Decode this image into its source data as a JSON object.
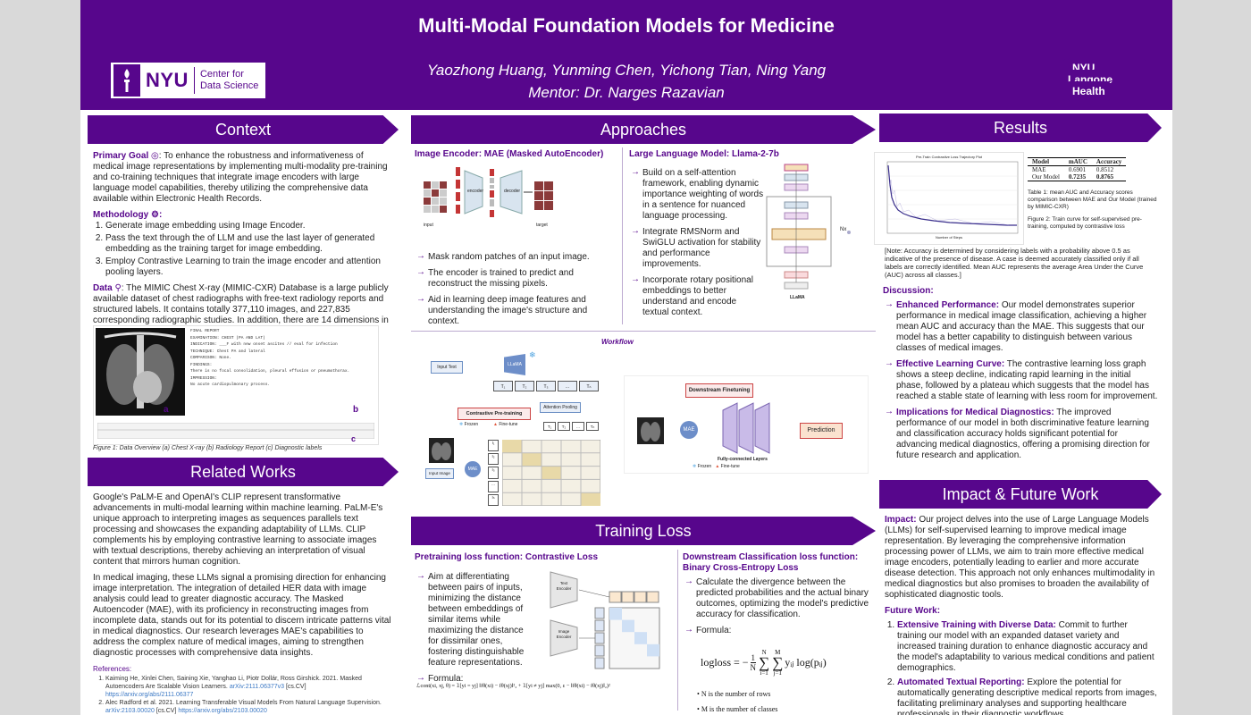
{
  "banner": {
    "title": "Multi-Modal Foundation Models for Medicine",
    "authors": "Yaozhong Huang, Yunming Chen, Yichong Tian, Ning Yang",
    "mentor": "Mentor: Dr. Narges Razavian",
    "nyu_logo": {
      "word": "NYU",
      "line1": "Center for",
      "line2": "Data Science"
    },
    "langone_logo": {
      "line1": "NYU Langone",
      "line2": "Health"
    }
  },
  "context": {
    "header": "Context",
    "goal_label": "Primary Goal",
    "goal_text": ": To enhance the robustness and informativeness of medical image representations by implementing multi-modality pre-training and co-training techniques that integrate image encoders with large language model capabilities, thereby utilizing the comprehensive data available within Electronic Health Records.",
    "methodology_label": "Methodology",
    "methodology_steps": [
      "Generate image embedding using Image Encoder.",
      "Pass the text through the of LLM and use the last layer of generated embedding as the training target for image embedding.",
      "Employ Contrastive Learning to train the image encoder and attention pooling layers."
    ],
    "data_label": "Data",
    "data_text": ": The MIMIC Chest X-ray (MIMIC-CXR) Database is a large publicly available dataset of chest radiographs with free-text radiology reports and structured labels. It contains totally 377,110 images, and 227,835 corresponding radiographic studies. In addition, there are 14 dimensions in radiographs with labels.",
    "report_lines": [
      "FINAL REPORT",
      "EXAMINATION: CHEST (PA AND LAT)",
      "INDICATION: ___F with new onset ascites // eval for infection",
      "TECHNIQUE: Chest PA and lateral",
      "COMPARISON: None.",
      "FINDINGS:",
      "There is no focal consolidation, pleural effusion or pneumothorax.",
      "IMPRESSION:",
      "No acute cardiopulmonary process."
    ],
    "fig_letters": [
      "a",
      "b",
      "c"
    ],
    "figure_caption": "Figure 1: Data Overview (a) Chest X-ray (b) Radiology Report (c) Diagnostic labels"
  },
  "related": {
    "header": "Related Works",
    "para1": "Google's PaLM-E and OpenAI's CLIP represent transformative advancements in multi-modal learning within machine learning. PaLM-E's unique approach to interpreting images as sequences parallels text processing and showcases the expanding adaptability of LLMs. CLIP complements his by employing contrastive learning to associate images with textual descriptions, thereby achieving an interpretation of visual content that mirrors human cognition.",
    "para2": "In medical imaging, these LLMs signal a promising direction for enhancing image interpretation. The integration of detailed HER data with image analysis could lead to greater diagnostic accuracy. The Masked Autoencoder (MAE), with its proficiency in reconstructing images from incomplete data, stands out for its potential to discern intricate patterns vital in medical diagnostics. Our research leverages MAE's capabilities to address the complex nature of medical images, aiming to strengthen diagnostic processes with comprehensive data insights.",
    "refs_title": "References:",
    "ref1": "Kaiming He, Xinlei Chen, Saining Xie, Yanghao Li, Piotr Dollár, Ross Girshick. 2021. Masked Autoencoders Are Scalable Vision Learners.",
    "ref1_arxiv": "arXiv:2111.06377v3",
    "ref1_tag": " [cs.CV]",
    "ref1_url": "https://arxiv.org/abs/2111.06377",
    "ref2": "Alec Radford et al. 2021. Learning Transferable Visual Models From Natural Language Supervision.",
    "ref2_arxiv": "arXiv:2103.00020",
    "ref2_tag": " [cs.CV] ",
    "ref2_url": "https://arxiv.org/abs/2103.00020"
  },
  "approaches": {
    "header": "Approaches",
    "mae_title": "Image Encoder: MAE (Masked AutoEncoder)",
    "mae_labels": {
      "input": "input",
      "encoder": "encoder",
      "decoder": "decoder",
      "target": "target"
    },
    "mae_points": [
      "Mask random patches of an input image.",
      "The encoder is trained to predict and reconstruct the missing pixels.",
      "Aid in learning deep image features and understanding the image's structure and context."
    ],
    "llm_title": "Large Language Model: Llama-2-7b",
    "llm_points": [
      "Build on a self-attention framework, enabling dynamic importance weighting of words in a sentence for nuanced language processing.",
      "Integrate RMSNorm and SwiGLU activation for stability and performance improvements.",
      "Incorporate rotary positional embeddings to better understand and encode textual context."
    ],
    "llama_label": "LLaMA",
    "llama_nx": "Nx",
    "workflow_label": "Workflow",
    "wf": {
      "input_text": "Input Text",
      "llama": "LLaMA",
      "contrastive": "Contrastive Pre-training",
      "attention": "Attention Pooling",
      "input_image": "Input Image",
      "mae": "MAE",
      "frozen": "Frozen",
      "finetune": "Fine-tune",
      "t_tokens": [
        "T₁",
        "T₂",
        "T₃",
        "...",
        "Tₙ"
      ],
      "i_tokens": [
        "I₁",
        "I₂",
        "I₃",
        "...",
        "Iₙ"
      ],
      "downstream": "Downstream Finetuning",
      "fc": "Fully-connected Layers",
      "prediction": "Prediction"
    }
  },
  "training": {
    "header": "Training Loss",
    "pre_title": "Pretraining loss function: Contrastive Loss",
    "pre_point": "Aim at differentiating between pairs of inputs, minimizing the distance between embeddings of similar items while maximizing the distance for dissimilar ones, fostering distinguishable feature representations.",
    "formula_label": "Formula:",
    "contrastive_formula": "ℒcont(xi, xj, θ) = 𝟙[yi = yj] ‖fθ(xi) − fθ(xj)‖²₂ + 𝟙[yi ≠ yj] max(0, ε − ‖fθ(xi) − fθ(xj)‖₂)²",
    "text_encoder": "Text Encoder",
    "image_encoder": "Image Encoder",
    "down_title": "Downstream Classification loss function: Binary Cross-Entropy Loss",
    "down_point": "Calculate the divergence between the predicted probabilities and the actual binary outcomes, optimizing the model's predictive accuracy for classification.",
    "down_formula_label": "Formula:",
    "bce_lhs": "logloss = −",
    "bce_rhs": "yᵢⱼ log(pᵢⱼ)",
    "bullet_n": "N is the number of rows",
    "bullet_m": "M is the number of classes"
  },
  "results": {
    "header": "Results",
    "chart_title": "Pre-Train Contrastive Loss Trajectory Plot",
    "chart_xlabel": "Number of Steps",
    "table_headers": [
      "Model",
      "mAUC",
      "Accuracy"
    ],
    "table_rows": [
      [
        "MAE",
        "0.6901",
        "0.8512"
      ],
      [
        "Our Model",
        "0.7235",
        "0.8765"
      ]
    ],
    "table_caption": "Table 1: mean AUC and Accuracy scores comparison between MAE and Our Model (trained by MIMIC-CXR)",
    "fig_caption": "Figure 2: Train curve for self-supervised pre-training, computed by contrastive loss",
    "note": "[Note: Accuracy is determined by considering labels with a probability above 0.5 as indicative of the presence of disease. A case is deemed accurately classified only if all labels are correctly identified. Mean AUC represents the average Area Under the Curve (AUC) across all classes.]",
    "discussion_label": "Discussion:",
    "discussion": [
      {
        "label": "Enhanced Performance:",
        "text": " Our model demonstrates superior performance in medical image classification, achieving a higher mean AUC and accuracy than the MAE. This suggests that our model has a better capability to distinguish between various classes of medical images."
      },
      {
        "label": "Effective Learning Curve:",
        "text": " The contrastive learning loss graph shows a steep decline, indicating rapid learning in the initial phase, followed by a plateau which suggests that the model has reached a stable state of learning with less room for improvement."
      },
      {
        "label": "Implications for Medical Diagnostics:",
        "text": " The improved performance of our model in both discriminative feature learning and classification accuracy holds significant potential for advancing medical diagnostics, offering a promising direction for future research and application."
      }
    ]
  },
  "impact": {
    "header": "Impact & Future Work",
    "impact_label": "Impact:",
    "impact_text": " Our project delves into the use of Large Language Models (LLMs) for self-supervised learning to improve medical image representation. By leveraging the comprehensive information processing power of LLMs, we aim to train more effective medical image encoders, potentially leading to earlier and more accurate disease detection. This approach not only enhances multimodality in medical diagnostics but also promises to broaden the availability of sophisticated diagnostic tools.",
    "future_label": "Future Work:",
    "future": [
      {
        "label": "Extensive Training with Diverse Data:",
        "text": " Commit to further training our model with an expanded dataset variety and increased training duration to enhance diagnostic accuracy and the model's adaptability to various medical conditions and patient demographics."
      },
      {
        "label": "Automated Textual Reporting:",
        "text": " Explore the potential for automatically generating descriptive medical reports from images, facilitating preliminary analyses and supporting healthcare professionals in their diagnostic workflows."
      }
    ]
  },
  "colors": {
    "brand": "#57068c",
    "background": "#d9d9d9"
  },
  "icons": [
    "nyu-torch-icon",
    "target-icon",
    "gear-icon",
    "search-icon",
    "snowflake-icon",
    "flame-icon",
    "arrow-icon"
  ]
}
